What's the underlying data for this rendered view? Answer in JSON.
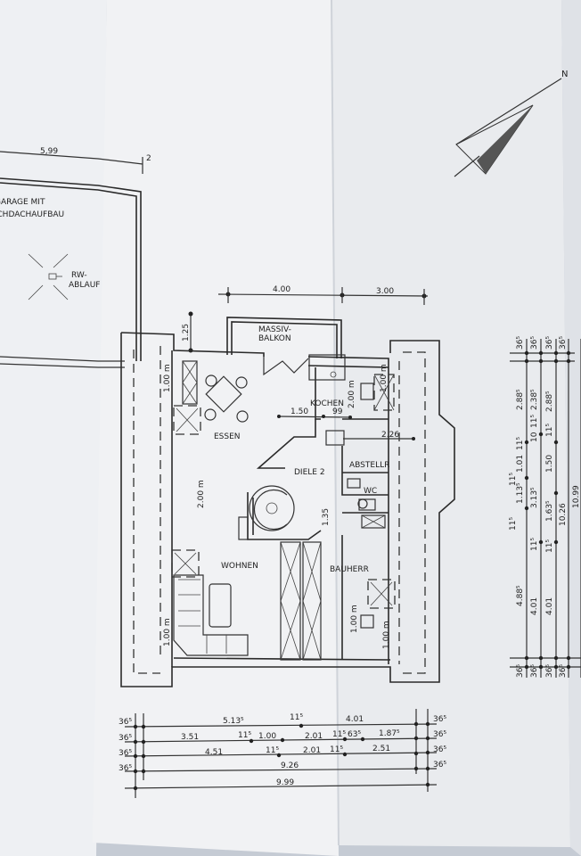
{
  "garage": {
    "line1": "GARAGE MIT",
    "line2": "FLACHDACHAUFBAU",
    "width": "5,99",
    "marker": "2",
    "drain": [
      "RW-",
      "ABLAUF"
    ]
  },
  "north": "N",
  "top_dims": {
    "left": "4.00",
    "right": "3.00",
    "balcony_depth": "1.25"
  },
  "rooms": {
    "balcony": [
      "MASSIV-",
      "BALKON"
    ],
    "kitchen": "KOCHEN",
    "dining": "ESSEN",
    "hall": "DIELE 2",
    "storage": "ABSTELLR",
    "wc": "WC",
    "living": "WOHNEN",
    "bedroom": "BAUHERR"
  },
  "inner_dims": {
    "d150": "1.50",
    "d99": "99",
    "d226": "2.26",
    "d200": "2.00 m",
    "d100_a": "1.00 m",
    "d100_b": "1.00 m",
    "d200_b": "2.00 m",
    "d100_c": "1.00 m",
    "d100_d": "1.00 m",
    "d100_e": "1.00 m",
    "d135": "1.35"
  },
  "bottom_dims": {
    "row1": [
      "36⁵",
      "5.13⁵",
      "11⁵",
      "4.01",
      "36⁵"
    ],
    "row2": [
      "36⁵",
      "3.51",
      "11⁵",
      "1.00",
      "2.01",
      "11⁵",
      "63⁵",
      "1.87⁵",
      "36⁵"
    ],
    "row3": [
      "36⁵",
      "4.51",
      "11⁵",
      "2.01",
      "11⁵",
      "2.51",
      "36⁵"
    ],
    "row4": [
      "36⁵",
      "9.26",
      "36⁵"
    ],
    "row5": [
      "9.99"
    ]
  },
  "right_dims": {
    "col1": [
      "36⁵",
      "2.88⁵",
      "11⁵",
      "1.01",
      "11⁵",
      "1.13⁵",
      "11⁵",
      "4.88⁵",
      "36⁵"
    ],
    "col2": [
      "36⁵",
      "2.38⁵",
      "11⁵",
      "10",
      "3.13⁵",
      "11⁵",
      "4.01",
      "36⁵"
    ],
    "col3": [
      "36⁵",
      "2.88⁵",
      "11⁵",
      "1.50",
      "1.63⁵",
      "11⁵",
      "4.01",
      "36⁵"
    ],
    "col4": [
      "36⁵",
      "10.26",
      "36⁵"
    ],
    "col5": [
      "10.99"
    ]
  }
}
